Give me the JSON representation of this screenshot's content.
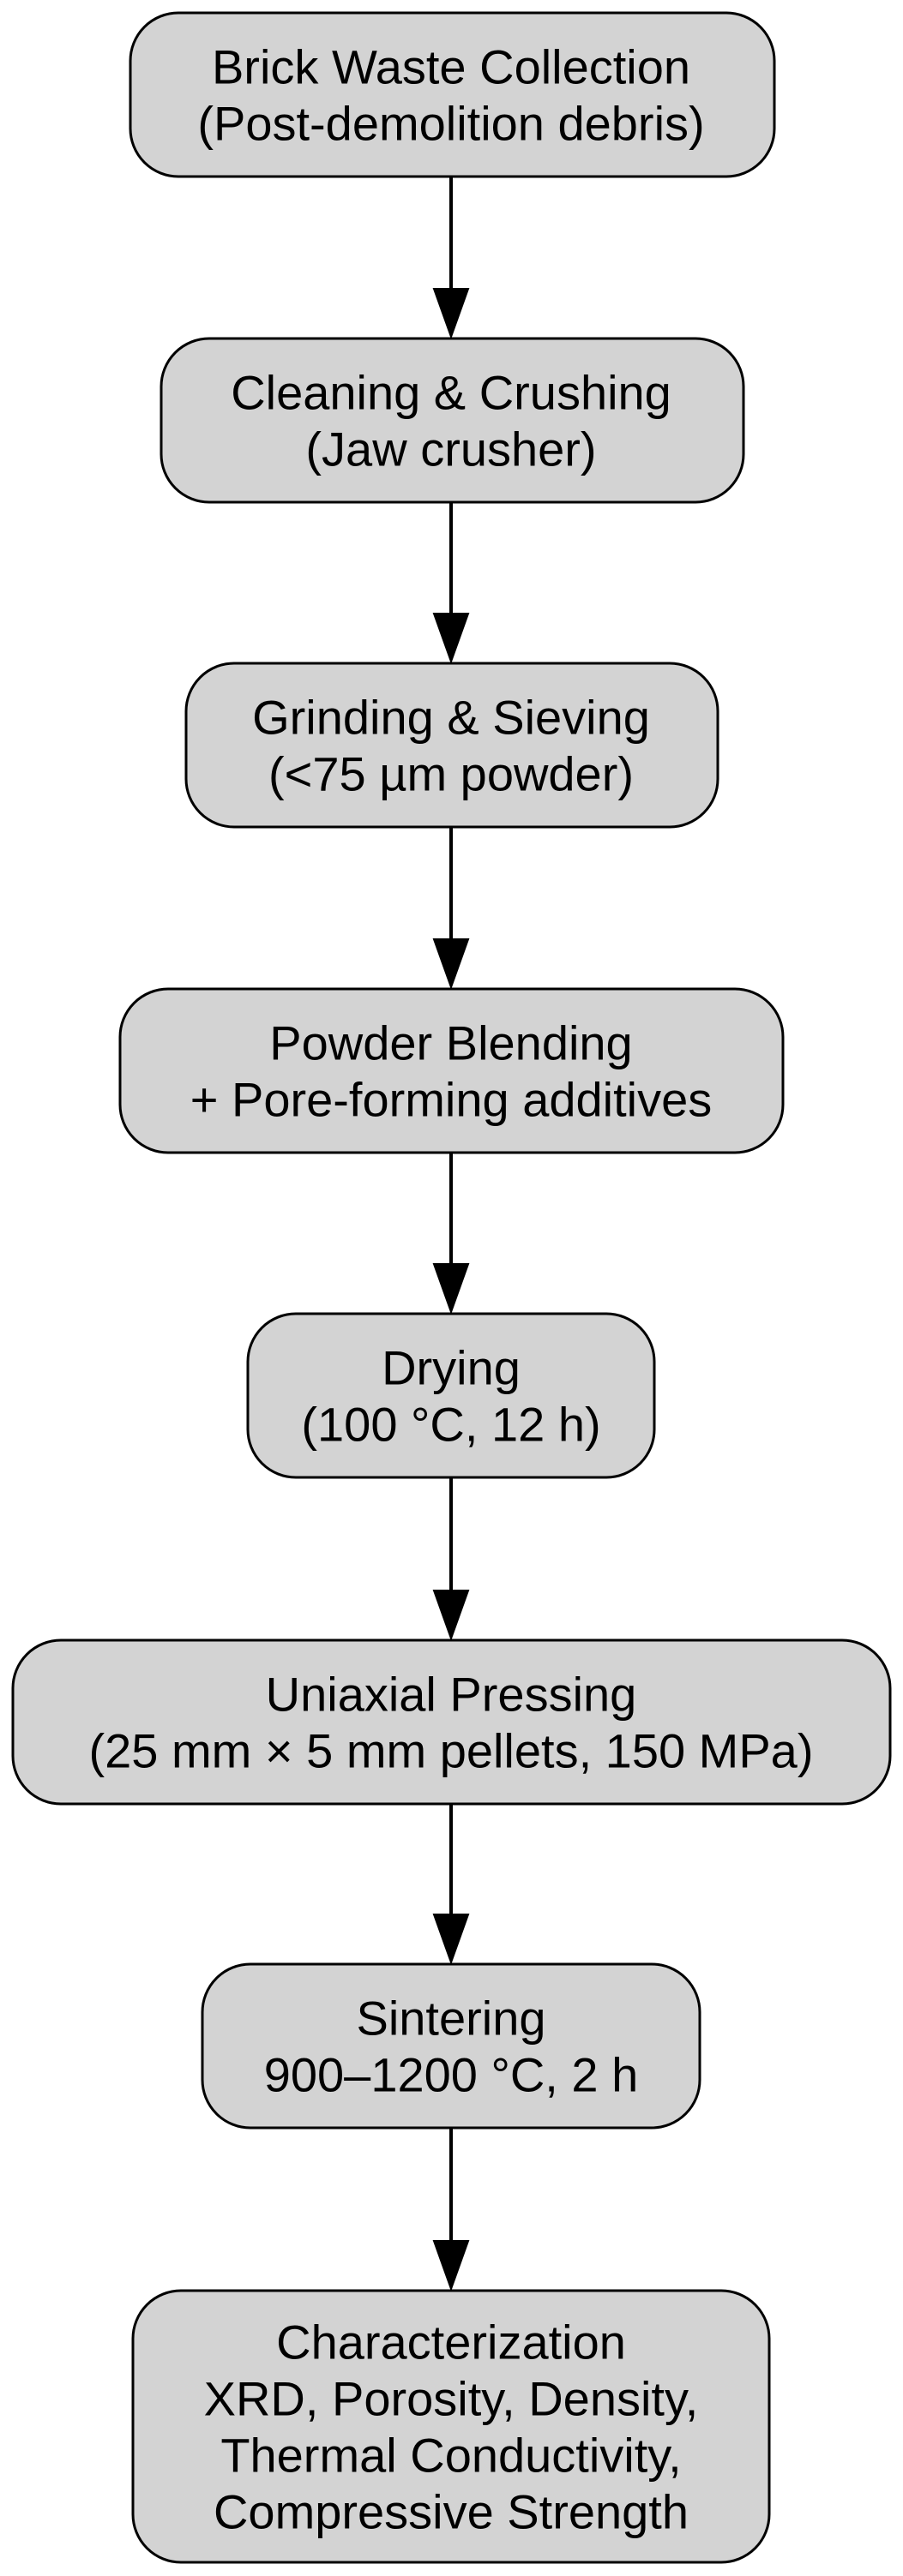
{
  "nodes": [
    {
      "id": "brick-waste-collection",
      "lines": [
        "Brick Waste Collection",
        "(Post-demolition debris)"
      ]
    },
    {
      "id": "cleaning-crushing",
      "lines": [
        "Cleaning & Crushing",
        "(Jaw crusher)"
      ]
    },
    {
      "id": "grinding-sieving",
      "lines": [
        "Grinding & Sieving",
        "(<75 µm powder)"
      ]
    },
    {
      "id": "powder-blending",
      "lines": [
        "Powder Blending",
        "+ Pore-forming additives"
      ]
    },
    {
      "id": "drying",
      "lines": [
        "Drying",
        "(100 °C, 12 h)"
      ]
    },
    {
      "id": "uniaxial-pressing",
      "lines": [
        "Uniaxial Pressing",
        "(25 mm × 5 mm pellets, 150 MPa)"
      ]
    },
    {
      "id": "sintering",
      "lines": [
        "Sintering",
        "900–1200 °C, 2 h"
      ]
    },
    {
      "id": "characterization",
      "lines": [
        "Characterization",
        "XRD, Porosity, Density,",
        "Thermal Conductivity,",
        "Compressive Strength"
      ]
    }
  ],
  "edges": [
    [
      "brick-waste-collection",
      "cleaning-crushing"
    ],
    [
      "cleaning-crushing",
      "grinding-sieving"
    ],
    [
      "grinding-sieving",
      "powder-blending"
    ],
    [
      "powder-blending",
      "drying"
    ],
    [
      "drying",
      "uniaxial-pressing"
    ],
    [
      "uniaxial-pressing",
      "sintering"
    ],
    [
      "sintering",
      "characterization"
    ]
  ],
  "colors": {
    "node_fill": "#d3d3d3",
    "node_stroke": "#000000",
    "edge": "#000000"
  }
}
